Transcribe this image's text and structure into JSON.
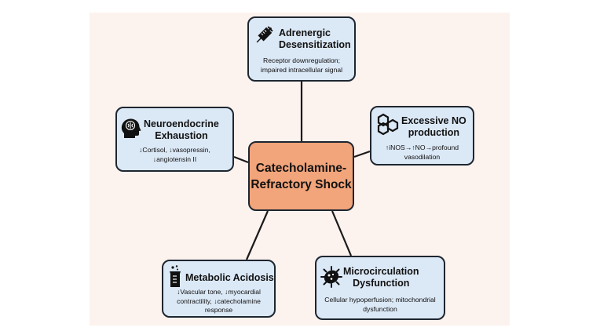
{
  "center": {
    "line1": "Catecholamine-",
    "line2": "Refractory Shock",
    "fill": "#f2a47a"
  },
  "node_fill": "#dbe8f6",
  "background": "#fcf2ee",
  "nodes": {
    "adrenergic": {
      "icon": "syringe-icon",
      "title1": "Adrenergic",
      "title2": "Desensitization",
      "desc1": "Receptor downregulation;",
      "desc2": "impaired intracellular signal"
    },
    "no": {
      "icon": "molecule-icon",
      "title1": "Excessive NO",
      "title2": "production",
      "desc1": "↑iNOS→↑NO→profound",
      "desc2": "vasodilation"
    },
    "neuro": {
      "icon": "brain-head-icon",
      "title1": "Neuroendocrine",
      "title2": "Exhaustion",
      "desc1": "↓Cortisol, ↓vasopressin,",
      "desc2": "↓angiotensin II"
    },
    "metabolic": {
      "icon": "beaker-icon",
      "title1": "Metabolic Acidosis",
      "desc1": "↓Vascular tone, ↓myocardial",
      "desc2": "contractility, ↓catecholamine",
      "desc3": "response"
    },
    "micro": {
      "icon": "bacteria-icon",
      "title1": "Microcirculation",
      "title2": "Dysfunction",
      "desc1": "Cellular hypoperfusion; mitochondrial",
      "desc2": "dysfunction"
    }
  }
}
